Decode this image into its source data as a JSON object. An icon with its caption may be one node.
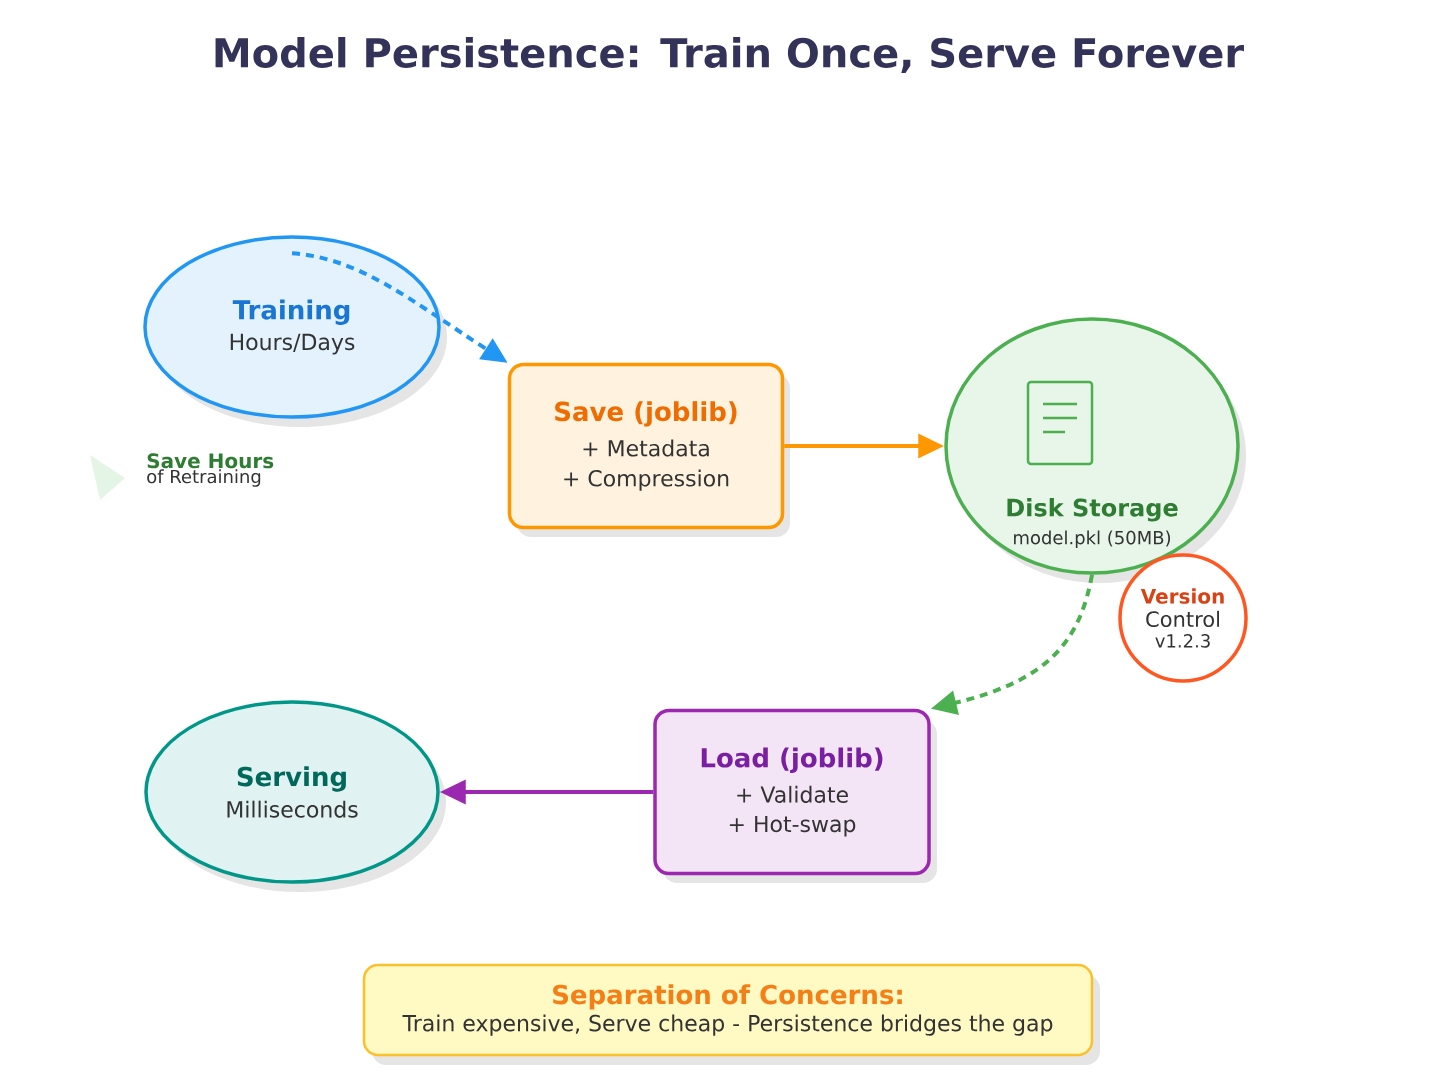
{
  "diagram": {
    "title": "Model Persistence: Train Once, Serve Forever",
    "nodes": [
      {
        "text": [
          "Training",
          "Hours/Days"
        ]
      },
      {
        "text": [
          "Save (joblib)",
          "+ Metadata",
          "+ Compression"
        ]
      },
      {
        "text": [
          "Disk Storage",
          "model.pkl (50MB)"
        ]
      },
      {
        "text": [
          "Version",
          "Control",
          "v1.2.3"
        ]
      },
      {
        "text": [
          "Load (joblib)",
          "+ Validate",
          "+ Hot-swap"
        ]
      },
      {
        "text": [
          "Serving",
          "Milliseconds"
        ]
      },
      {
        "text": [
          "Separation of Concerns:",
          "Train expensive, Serve cheap - Persistence bridges the gap"
        ]
      }
    ],
    "edges": [
      {
        "from": 0,
        "to": 1,
        "arrow": "to",
        "style": "dashed",
        "color": "#2196f3"
      },
      {
        "from": 1,
        "to": 2,
        "arrow": "to",
        "color": "#ff9800"
      },
      {
        "from": 2,
        "to": 4,
        "arrow": "to",
        "style": "dashed",
        "color": "#4caf50"
      },
      {
        "from": 4,
        "to": 5,
        "arrow": "to",
        "color": "#9c27b0"
      }
    ],
    "labels": [
      "Save Hours",
      "of Retraining"
    ]
  }
}
